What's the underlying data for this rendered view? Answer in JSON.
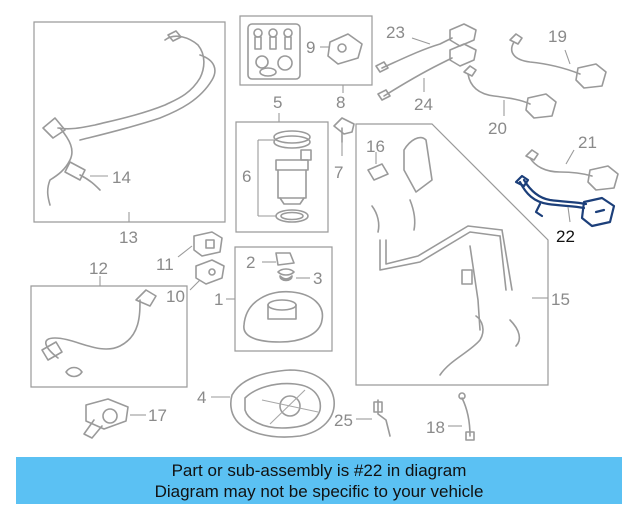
{
  "diagram": {
    "labels": {
      "n1": "1",
      "n2": "2",
      "n3": "3",
      "n4": "4",
      "n5": "5",
      "n6": "6",
      "n7": "7",
      "n8": "8",
      "n9": "9",
      "n10": "10",
      "n11": "11",
      "n12": "12",
      "n13": "13",
      "n14": "14",
      "n15": "15",
      "n16": "16",
      "n17": "17",
      "n18": "18",
      "n19": "19",
      "n20": "20",
      "n21": "21",
      "n22": "22",
      "n23": "23",
      "n24": "24",
      "n25": "25"
    },
    "highlighted_part": "22",
    "highlight_color": "#1c3f7a",
    "line_color": "#9a9a9a"
  },
  "banner": {
    "line1": "Part or sub-assembly is #22 in diagram",
    "line2": "Diagram may not be specific to your vehicle",
    "background": "#5bc1f3"
  }
}
